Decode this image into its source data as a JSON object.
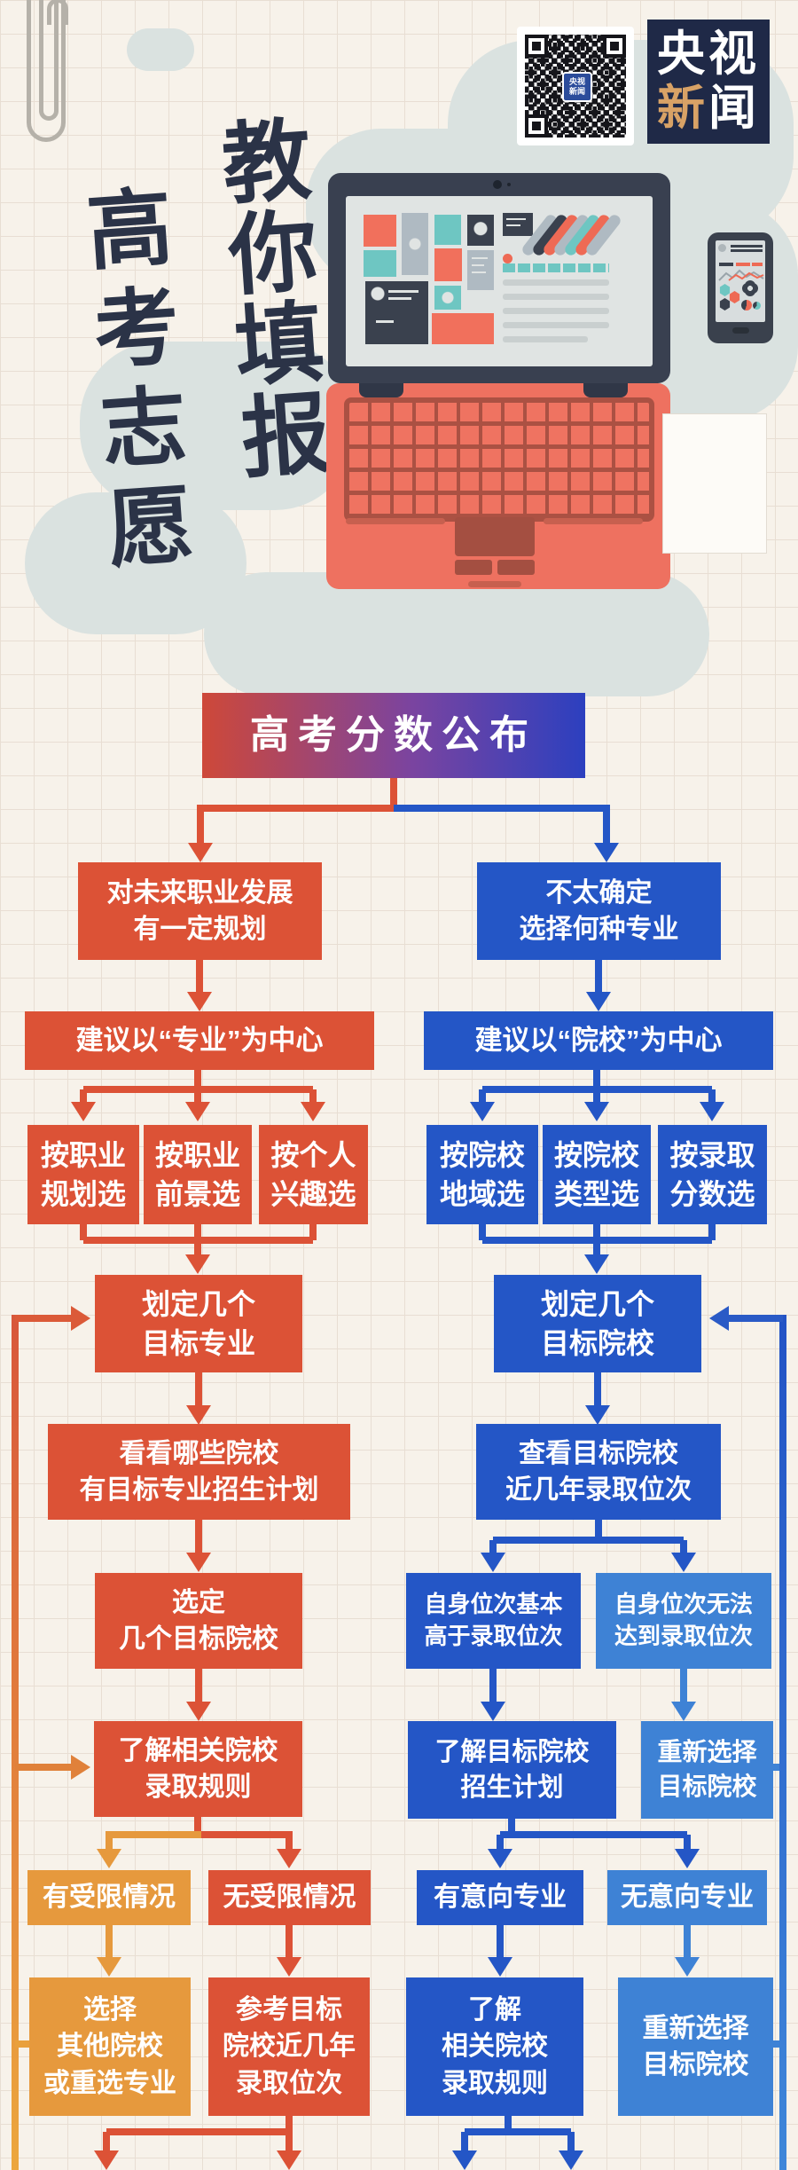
{
  "header": {
    "title_main": "教你填报",
    "title_sub": "高考志愿",
    "logo": {
      "top": "央视",
      "bottom_first": "新",
      "bottom_second": "闻"
    },
    "qr_logo": {
      "line1": "央视",
      "line2": "新闻"
    }
  },
  "flow": {
    "start": "高考分数公布",
    "left": {
      "plan": "对未来职业发展\n有一定规划",
      "advice": "建议以“专业”为中心",
      "by_career_plan": "按职业\n规划选",
      "by_career_prospect": "按职业\n前景选",
      "by_interest": "按个人\n兴趣选",
      "set_majors": "划定几个\n目标专业",
      "check_schools": "看看哪些院校\n有目标专业招生计划",
      "pick_schools": "选定\n几个目标院校",
      "learn_rules": "了解相关院校\n录取规则",
      "restricted": "有受限情况",
      "unrestricted": "无受限情况",
      "choose_other": "选择\n其他院校\n或重选专业",
      "refer_ranking": "参考目标\n院校近几年\n录取位次"
    },
    "right": {
      "unsure": "不太确定\n选择何种专业",
      "advice": "建议以“院校”为中心",
      "by_region": "按院校\n地域选",
      "by_type": "按院校\n类型选",
      "by_score": "按录取\n分数选",
      "set_schools": "划定几个\n目标院校",
      "check_ranking": "查看目标院校\n近几年录取位次",
      "rank_above": "自身位次基本\n高于录取位次",
      "rank_below": "自身位次无法\n达到录取位次",
      "learn_plan": "了解目标院校\n招生计划",
      "rechoose_top": "重新选择\n目标院校",
      "has_major": "有意向专业",
      "no_major": "无意向专业",
      "learn_rules": "了解\n相关院校\n录取规则",
      "rechoose_bottom": "重新选择\n目标院校"
    }
  },
  "colors": {
    "red": "#DC5236",
    "orange": "#E6993D",
    "blue": "#2456C6",
    "light_blue": "#3E82D5",
    "gradient_left": "#CE4839",
    "gradient_right": "#2C40BF",
    "navy": "#2B3347",
    "salmon": "#EE7160",
    "teal": "#6EC6C2",
    "background": "#F7F2EA"
  }
}
